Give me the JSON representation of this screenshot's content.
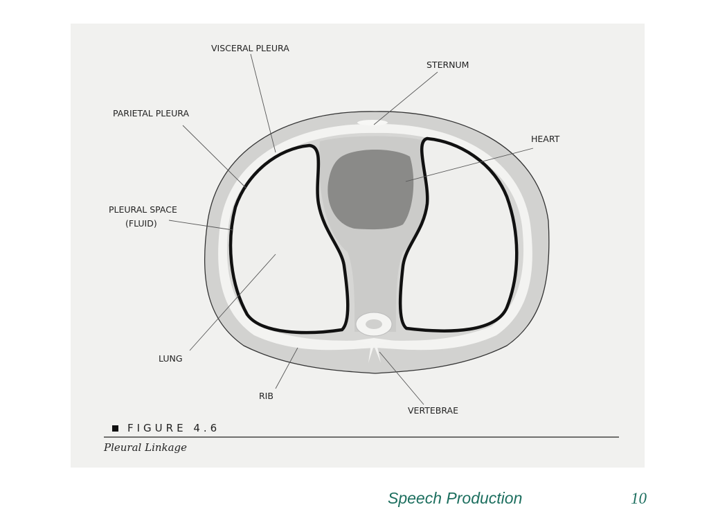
{
  "figure": {
    "labels": {
      "visceral_pleura": "VISCERAL PLEURA",
      "sternum": "STERNUM",
      "parietal_pleura": "PARIETAL PLEURA",
      "heart": "HEART",
      "pleural_space_line1": "PLEURAL SPACE",
      "pleural_space_line2": "(FLUID)",
      "lung": "LUNG",
      "rib": "RIB",
      "vertebrae": "VERTEBRAE"
    },
    "figure_number": "FIGURE 4.6",
    "caption": "Pleural Linkage"
  },
  "footer": {
    "title": "Speech Production",
    "page": "10",
    "color": "#1d6f5f"
  },
  "colors": {
    "background": "#f1f1ef",
    "outer_tissue": "#d2d2d0",
    "rib_band": "#f3f3f1",
    "mediastinum": "#cdcdcb",
    "heart": "#8a8a88",
    "lung": "#efefed",
    "pleura_line": "#111111"
  }
}
